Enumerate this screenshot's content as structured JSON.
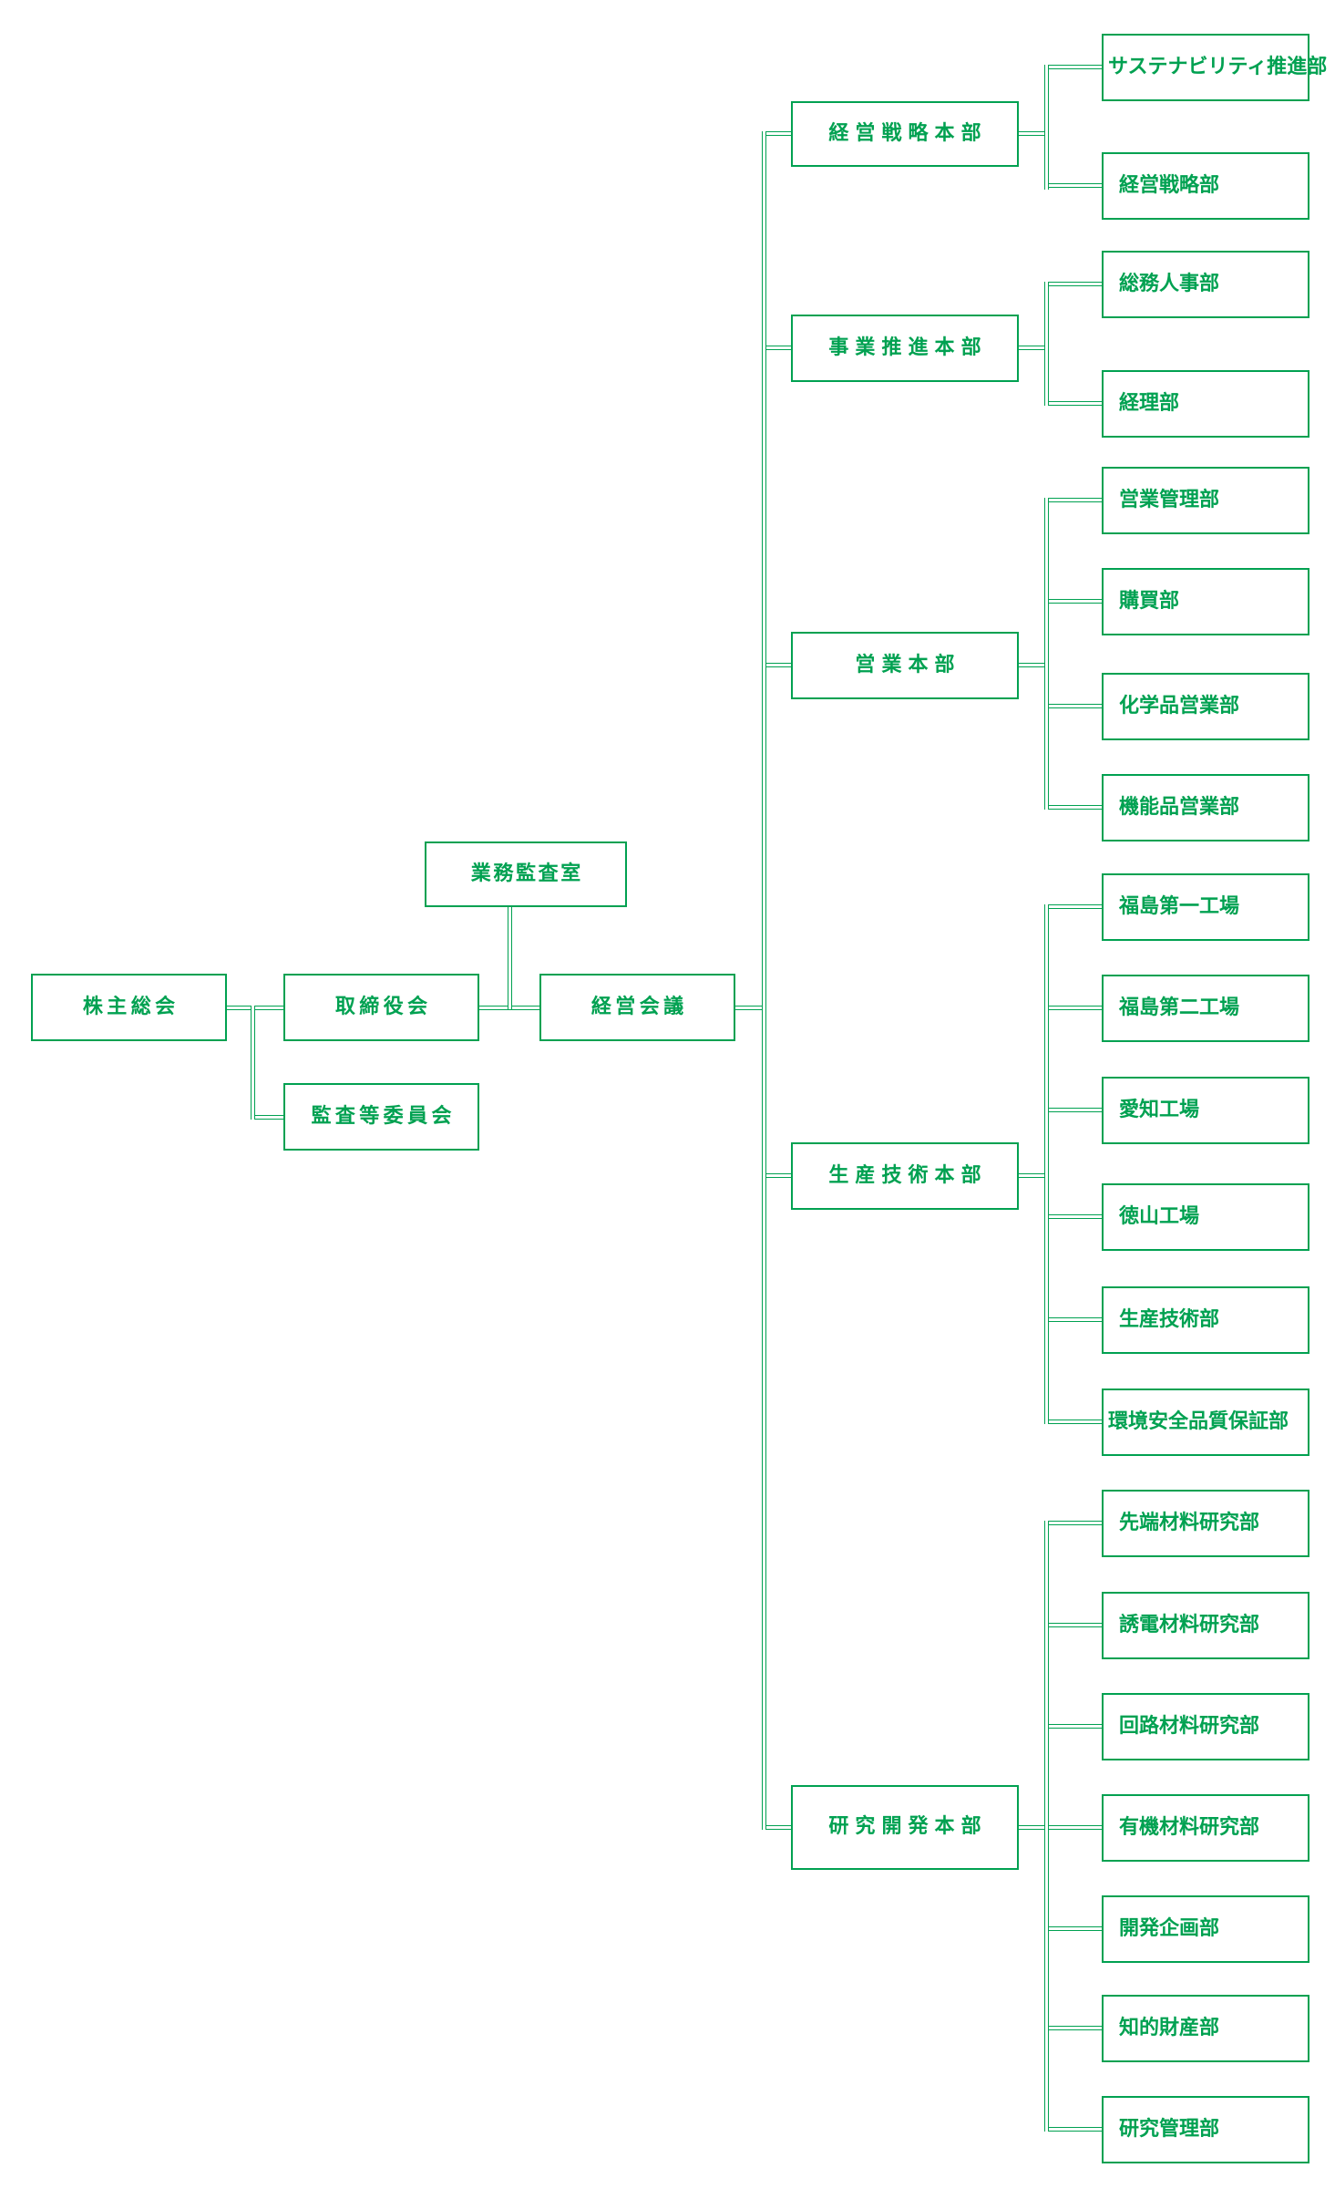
{
  "colors": {
    "accent": "#00a151",
    "background": "#ffffff"
  },
  "nodes": [
    {
      "id": "shareholders",
      "label": "株主総会"
    },
    {
      "id": "board",
      "label": "取締役会"
    },
    {
      "id": "audit-committee",
      "label": "監査等委員会"
    },
    {
      "id": "audit-office",
      "label": "業務監査室"
    },
    {
      "id": "management-council",
      "label": "経営会議"
    },
    {
      "id": "div-strategy",
      "label": "経営戦略本部"
    },
    {
      "id": "dept-sustainability",
      "label": "サステナビリティ推進部"
    },
    {
      "id": "dept-strategy",
      "label": "経営戦略部"
    },
    {
      "id": "div-business",
      "label": "事業推進本部"
    },
    {
      "id": "dept-ga-hr",
      "label": "総務人事部"
    },
    {
      "id": "dept-accounting",
      "label": "経理部"
    },
    {
      "id": "div-sales",
      "label": "営業本部"
    },
    {
      "id": "dept-sales-admin",
      "label": "営業管理部"
    },
    {
      "id": "dept-purchasing",
      "label": "購買部"
    },
    {
      "id": "dept-chemical-sales",
      "label": "化学品営業部"
    },
    {
      "id": "dept-functional-sales",
      "label": "機能品営業部"
    },
    {
      "id": "div-production",
      "label": "生産技術本部"
    },
    {
      "id": "plant-fukushima1",
      "label": "福島第一工場"
    },
    {
      "id": "plant-fukushima2",
      "label": "福島第二工場"
    },
    {
      "id": "plant-aichi",
      "label": "愛知工場"
    },
    {
      "id": "plant-tokuyama",
      "label": "徳山工場"
    },
    {
      "id": "dept-production-eng",
      "label": "生産技術部"
    },
    {
      "id": "dept-esh-qa",
      "label": "環境安全品質保証部"
    },
    {
      "id": "div-rnd",
      "label": "研究開発本部"
    },
    {
      "id": "dept-advanced-materials",
      "label": "先端材料研究部"
    },
    {
      "id": "dept-dielectric-materials",
      "label": "誘電材料研究部"
    },
    {
      "id": "dept-circuit-materials",
      "label": "回路材料研究部"
    },
    {
      "id": "dept-organic-materials",
      "label": "有機材料研究部"
    },
    {
      "id": "dept-dev-planning",
      "label": "開発企画部"
    },
    {
      "id": "dept-ip",
      "label": "知的財産部"
    },
    {
      "id": "dept-research-admin",
      "label": "研究管理部"
    }
  ],
  "structure": {
    "root": "株主総会",
    "board_line": [
      "株主総会",
      "取締役会",
      "経営会議"
    ],
    "board_children": [
      "監査等委員会"
    ],
    "council_staff": [
      "業務監査室"
    ],
    "divisions": [
      {
        "name": "経営戦略本部",
        "children": [
          "サステナビリティ推進部",
          "経営戦略部"
        ]
      },
      {
        "name": "事業推進本部",
        "children": [
          "総務人事部",
          "経理部"
        ]
      },
      {
        "name": "営業本部",
        "children": [
          "営業管理部",
          "購買部",
          "化学品営業部",
          "機能品営業部"
        ]
      },
      {
        "name": "生産技術本部",
        "children": [
          "福島第一工場",
          "福島第二工場",
          "愛知工場",
          "徳山工場",
          "生産技術部",
          "環境安全品質保証部"
        ]
      },
      {
        "name": "研究開発本部",
        "children": [
          "先端材料研究部",
          "誘電材料研究部",
          "回路材料研究部",
          "有機材料研究部",
          "開発企画部",
          "知的財産部",
          "研究管理部"
        ]
      }
    ]
  }
}
